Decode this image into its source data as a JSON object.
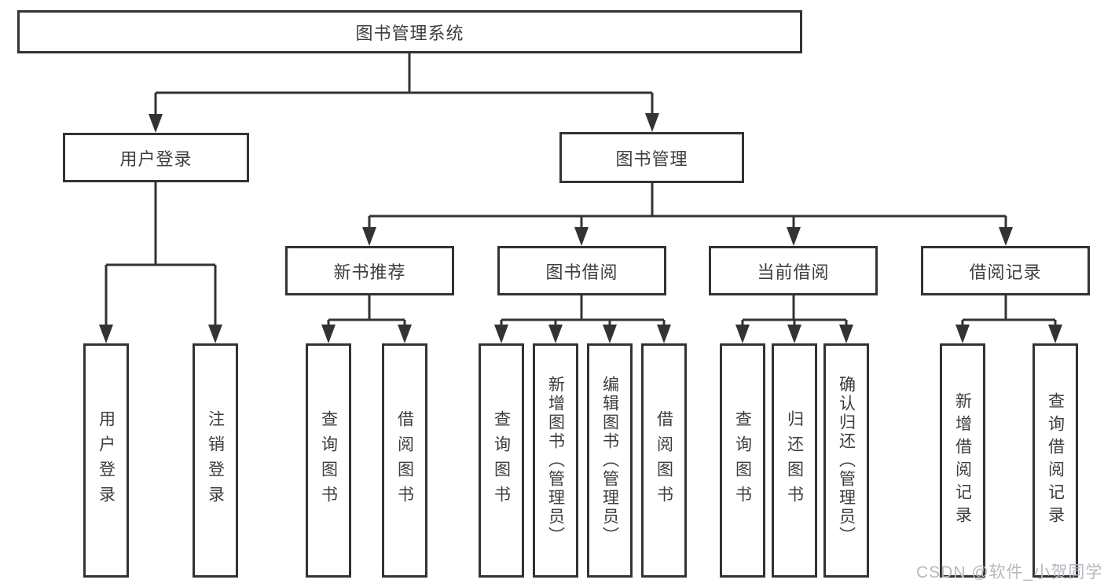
{
  "diagram": {
    "root": {
      "label": "图书管理系统"
    },
    "branches": [
      {
        "label": "用户登录",
        "children": [
          {
            "label": "用户登录"
          },
          {
            "label": "注销登录"
          }
        ]
      },
      {
        "label": "图书管理",
        "children": [
          {
            "label": "新书推荐",
            "children": [
              {
                "label": "查询图书"
              },
              {
                "label": "借阅图书"
              }
            ]
          },
          {
            "label": "图书借阅",
            "children": [
              {
                "label": "查询图书"
              },
              {
                "label": "新增图书（管理员）"
              },
              {
                "label": "编辑图书（管理员）"
              },
              {
                "label": "借阅图书"
              }
            ]
          },
          {
            "label": "当前借阅",
            "children": [
              {
                "label": "查询图书"
              },
              {
                "label": "归还图书"
              },
              {
                "label": "确认归还（管理员）"
              }
            ]
          },
          {
            "label": "借阅记录",
            "children": [
              {
                "label": "新增借阅记录"
              },
              {
                "label": "查询借阅记录"
              }
            ]
          }
        ]
      }
    ]
  },
  "watermark": {
    "text": "CSDN @软件_小贺同学"
  },
  "colors": {
    "line": "#333333",
    "border": "#333333",
    "text": "#3d3d3d",
    "background": "#ffffff",
    "watermark": "#b5b9bf"
  }
}
